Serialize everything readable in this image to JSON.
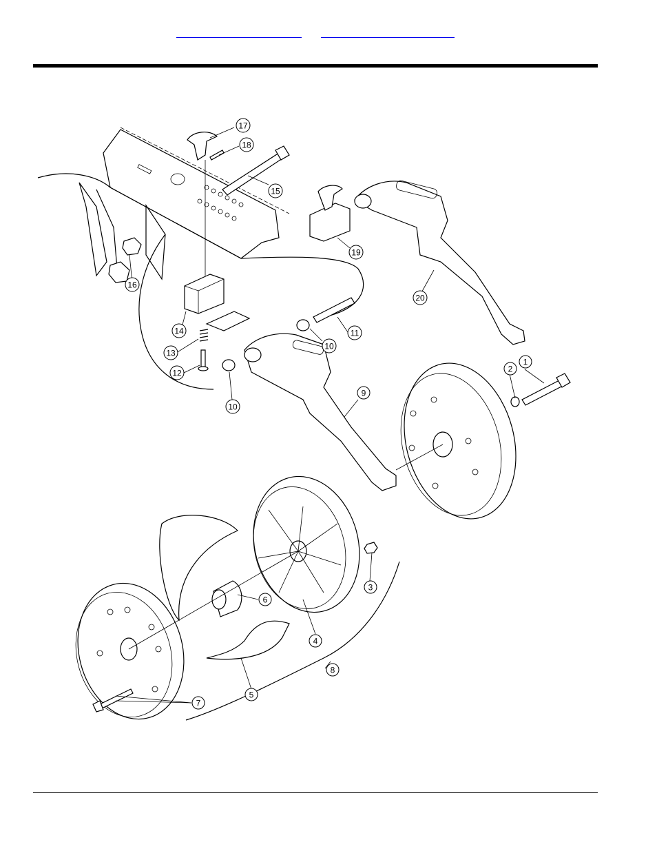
{
  "header": {
    "links": [
      "",
      ""
    ]
  },
  "diagram": {
    "callouts": [
      "1",
      "2",
      "3",
      "4",
      "5",
      "6",
      "7",
      "8",
      "9",
      "10",
      "10",
      "11",
      "12",
      "13",
      "14",
      "15",
      "16",
      "17",
      "18",
      "19",
      "20"
    ]
  }
}
